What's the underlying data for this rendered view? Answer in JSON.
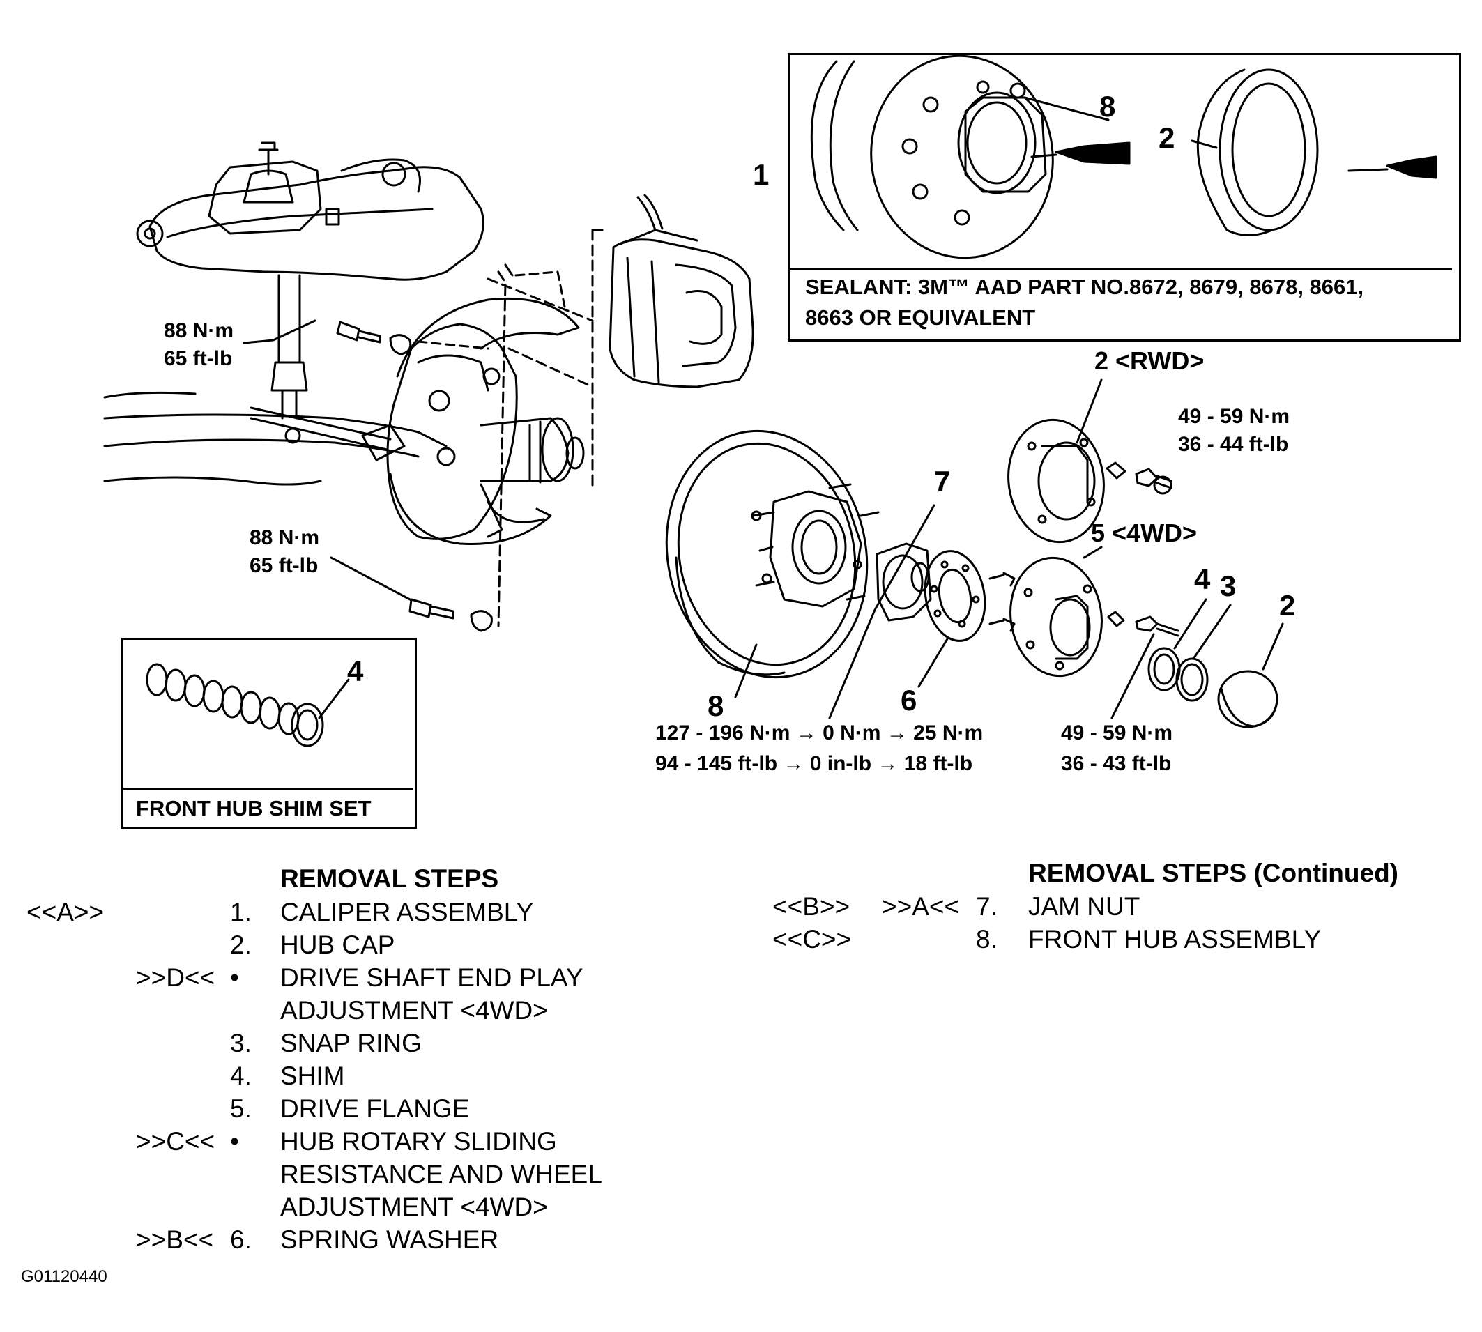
{
  "callouts": {
    "n1": "1",
    "n8_inset": "8",
    "n2_inset": "2",
    "n2_rwd": "2 <RWD>",
    "n7": "7",
    "n5_4wd": "5 <4WD>",
    "n4": "4",
    "n3": "3",
    "n2": "2",
    "n8": "8",
    "n6": "6",
    "n4_shim": "4"
  },
  "torque": {
    "upper_left": [
      "88 N·m",
      "65 ft-lb"
    ],
    "lower_left": [
      "88 N·m",
      "65 ft-lb"
    ],
    "rwd_flange": [
      "49 - 59 N·m",
      "36 - 44 ft-lb"
    ],
    "jam_nut": [
      "127 - 196 N·m → 0 N·m → 25 N·m",
      "94 - 145 ft-lb → 0 in-lb → 18 ft-lb"
    ],
    "drive_flange": [
      "49 - 59 N·m",
      "36 - 43 ft-lb"
    ]
  },
  "sealant_box": [
    "SEALANT: 3M™ AAD PART NO.8672, 8679, 8678, 8661,",
    "8663 OR EQUIVALENT"
  ],
  "shim_box": "FRONT HUB SHIM SET",
  "removal_steps": {
    "title": "REMOVAL STEPS",
    "rows": [
      {
        "mark": "<<A>>",
        "mark2": "",
        "num": "1.",
        "text": "CALIPER ASSEMBLY"
      },
      {
        "mark": "",
        "mark2": "",
        "num": "2.",
        "text": "HUB CAP"
      },
      {
        "mark": "",
        "mark2": ">>D<<",
        "num": "•",
        "text": "DRIVE SHAFT END PLAY"
      },
      {
        "mark": "",
        "mark2": "",
        "num": "",
        "text": "ADJUSTMENT <4WD>"
      },
      {
        "mark": "",
        "mark2": "",
        "num": "3.",
        "text": "SNAP RING"
      },
      {
        "mark": "",
        "mark2": "",
        "num": "4.",
        "text": "SHIM"
      },
      {
        "mark": "",
        "mark2": "",
        "num": "5.",
        "text": "DRIVE FLANGE"
      },
      {
        "mark": "",
        "mark2": ">>C<<",
        "num": "•",
        "text": "HUB ROTARY SLIDING"
      },
      {
        "mark": "",
        "mark2": "",
        "num": "",
        "text": "RESISTANCE AND WHEEL"
      },
      {
        "mark": "",
        "mark2": "",
        "num": "",
        "text": "ADJUSTMENT <4WD>"
      },
      {
        "mark": "",
        "mark2": ">>B<<",
        "num": "6.",
        "text": "SPRING WASHER"
      }
    ]
  },
  "removal_steps_cont": {
    "title": "REMOVAL STEPS (Continued)",
    "rows": [
      {
        "mark": "<<B>>",
        "mark2": ">>A<<",
        "num": "7.",
        "text": "JAM NUT"
      },
      {
        "mark": "<<C>>",
        "mark2": "",
        "num": "8.",
        "text": "FRONT HUB ASSEMBLY"
      }
    ]
  },
  "figure_id": "G01120440"
}
